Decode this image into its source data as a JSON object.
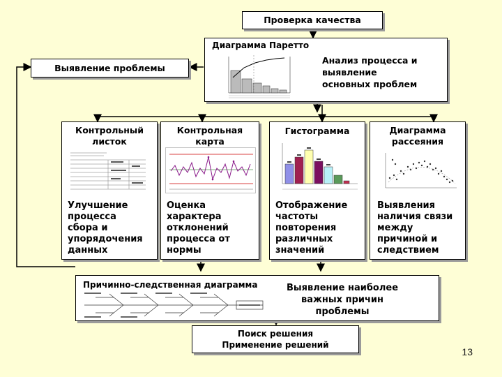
{
  "top": {
    "title": "Проверка качества"
  },
  "pareto": {
    "title": "Диаграмма Паретто",
    "desc_lines": [
      "Анализ процесса и",
      "выявление",
      "основных проблем"
    ]
  },
  "problem": {
    "label": "Выявление проблемы"
  },
  "tools": [
    {
      "title_lines": [
        "Контрольный",
        "листок"
      ],
      "desc_lines": [
        "Улучшение",
        "процесса",
        "сбора и",
        "упорядочения",
        "данных"
      ]
    },
    {
      "title_lines": [
        "Контрольная",
        "карта"
      ],
      "desc_lines": [
        "Оценка",
        "характера",
        "отклонений",
        "процесса от",
        "нормы"
      ]
    },
    {
      "title_lines": [
        "Гистограмма"
      ],
      "desc_lines": [
        "Отображение",
        "частоты",
        "повторения",
        "различных",
        "значений"
      ]
    },
    {
      "title_lines": [
        "Диаграмма",
        "рассеяния"
      ],
      "desc_lines": [
        "Выявления",
        "наличия связи",
        "между",
        "причиной и",
        "следствием"
      ]
    }
  ],
  "cause": {
    "title": "Причинно-следственная диаграмма",
    "desc_lines": [
      "Выявление наиболее",
      "важных причин",
      "проблемы"
    ]
  },
  "solution": {
    "lines": [
      "Поиск решения",
      "Применение решений"
    ]
  },
  "page_number": "13"
}
